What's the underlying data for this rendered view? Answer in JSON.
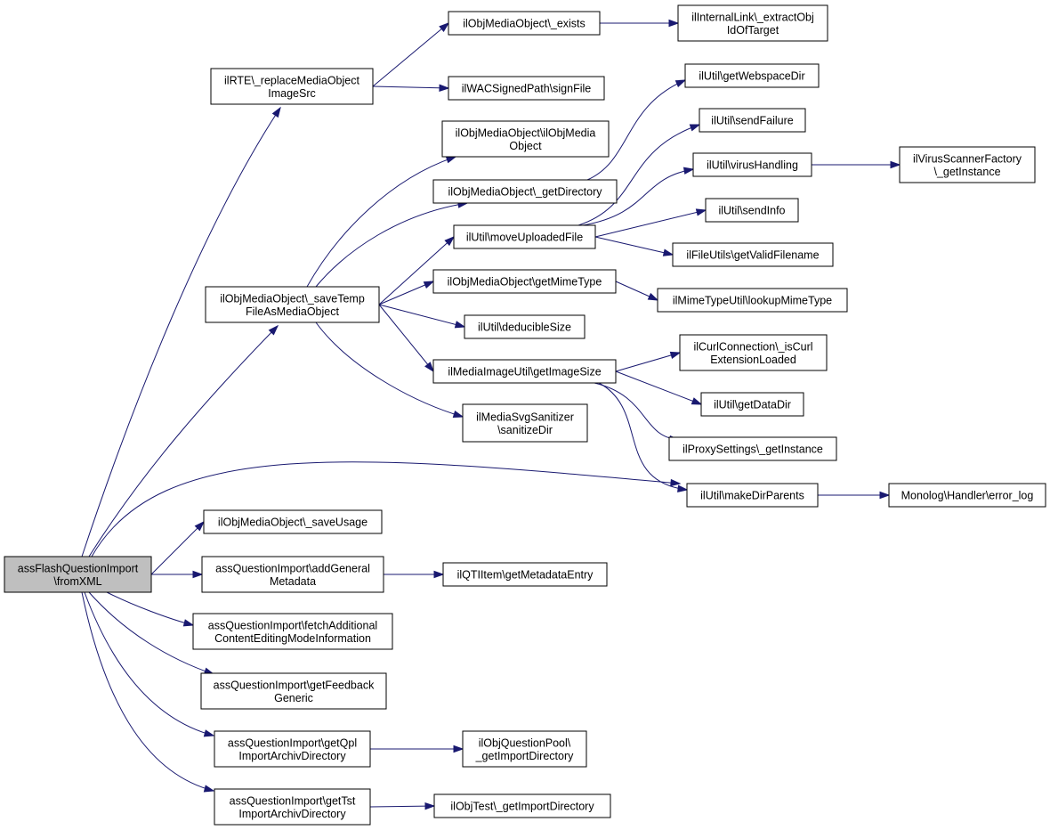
{
  "graph": {
    "nodes": [
      {
        "id": "root",
        "lines": [
          "assFlashQuestionImport",
          "\\fromXML"
        ],
        "root": true
      },
      {
        "id": "rte_replace",
        "lines": [
          "ilRTE\\_replaceMediaObject",
          "ImageSrc"
        ]
      },
      {
        "id": "omo_exists",
        "lines": [
          "ilObjMediaObject\\_exists"
        ]
      },
      {
        "id": "il_extract",
        "lines": [
          "ilInternalLink\\_extractObj",
          "IdOfTarget"
        ]
      },
      {
        "id": "wac_sign",
        "lines": [
          "ilWACSignedPath\\signFile"
        ]
      },
      {
        "id": "omo_ctor",
        "lines": [
          "ilObjMediaObject\\ilObjMedia",
          "Object"
        ]
      },
      {
        "id": "omo_getdir",
        "lines": [
          "ilObjMediaObject\\_getDirectory"
        ]
      },
      {
        "id": "util_webspace",
        "lines": [
          "ilUtil\\getWebspaceDir"
        ]
      },
      {
        "id": "util_sendfail",
        "lines": [
          "ilUtil\\sendFailure"
        ]
      },
      {
        "id": "util_virus",
        "lines": [
          "ilUtil\\virusHandling"
        ]
      },
      {
        "id": "virus_factory",
        "lines": [
          "ilVirusScannerFactory",
          "\\_getInstance"
        ]
      },
      {
        "id": "util_sendinfo",
        "lines": [
          "ilUtil\\sendInfo"
        ]
      },
      {
        "id": "util_move",
        "lines": [
          "ilUtil\\moveUploadedFile"
        ]
      },
      {
        "id": "fileutils_valid",
        "lines": [
          "ilFileUtils\\getValidFilename"
        ]
      },
      {
        "id": "omo_savetemp",
        "lines": [
          "ilObjMediaObject\\_saveTemp",
          "FileAsMediaObject"
        ]
      },
      {
        "id": "omo_mime",
        "lines": [
          "ilObjMediaObject\\getMimeType"
        ]
      },
      {
        "id": "mime_lookup",
        "lines": [
          "ilMimeTypeUtil\\lookupMimeType"
        ]
      },
      {
        "id": "util_deducible",
        "lines": [
          "ilUtil\\deducibleSize"
        ]
      },
      {
        "id": "curl_ext",
        "lines": [
          "ilCurlConnection\\_isCurl",
          "ExtensionLoaded"
        ]
      },
      {
        "id": "img_size",
        "lines": [
          "ilMediaImageUtil\\getImageSize"
        ]
      },
      {
        "id": "util_datadir",
        "lines": [
          "ilUtil\\getDataDir"
        ]
      },
      {
        "id": "svg_sanitize",
        "lines": [
          "ilMediaSvgSanitizer",
          "\\sanitizeDir"
        ]
      },
      {
        "id": "proxy_inst",
        "lines": [
          "ilProxySettings\\_getInstance"
        ]
      },
      {
        "id": "util_makedir",
        "lines": [
          "ilUtil\\makeDirParents"
        ]
      },
      {
        "id": "monolog",
        "lines": [
          "Monolog\\Handler\\error_log"
        ]
      },
      {
        "id": "omo_saveusage",
        "lines": [
          "ilObjMediaObject\\_saveUsage"
        ]
      },
      {
        "id": "qi_addmeta",
        "lines": [
          "assQuestionImport\\addGeneral",
          "Metadata"
        ]
      },
      {
        "id": "qti_meta",
        "lines": [
          "ilQTIItem\\getMetadataEntry"
        ]
      },
      {
        "id": "qi_fetch",
        "lines": [
          "assQuestionImport\\fetchAdditional",
          "ContentEditingModeInformation"
        ]
      },
      {
        "id": "qi_feedback",
        "lines": [
          "assQuestionImport\\getFeedback",
          "Generic"
        ]
      },
      {
        "id": "qi_qpl",
        "lines": [
          "assQuestionImport\\getQpl",
          "ImportArchivDirectory"
        ]
      },
      {
        "id": "qpool_dir",
        "lines": [
          "ilObjQuestionPool\\",
          "_getImportDirectory"
        ]
      },
      {
        "id": "qi_tst",
        "lines": [
          "assQuestionImport\\getTst",
          "ImportArchivDirectory"
        ]
      },
      {
        "id": "tst_dir",
        "lines": [
          "ilObjTest\\_getImportDirectory"
        ]
      }
    ],
    "edges": [
      [
        "root",
        "rte_replace"
      ],
      [
        "root",
        "omo_savetemp"
      ],
      [
        "root",
        "util_makedir"
      ],
      [
        "root",
        "omo_saveusage"
      ],
      [
        "root",
        "qi_addmeta"
      ],
      [
        "root",
        "qi_fetch"
      ],
      [
        "root",
        "qi_feedback"
      ],
      [
        "root",
        "qi_qpl"
      ],
      [
        "root",
        "qi_tst"
      ],
      [
        "rte_replace",
        "omo_exists"
      ],
      [
        "rte_replace",
        "wac_sign"
      ],
      [
        "omo_exists",
        "il_extract"
      ],
      [
        "omo_getdir",
        "util_webspace"
      ],
      [
        "util_move",
        "util_sendfail"
      ],
      [
        "util_move",
        "util_virus"
      ],
      [
        "util_move",
        "util_sendinfo"
      ],
      [
        "util_move",
        "fileutils_valid"
      ],
      [
        "util_virus",
        "virus_factory"
      ],
      [
        "omo_savetemp",
        "omo_ctor"
      ],
      [
        "omo_savetemp",
        "omo_getdir"
      ],
      [
        "omo_savetemp",
        "util_move"
      ],
      [
        "omo_savetemp",
        "omo_mime"
      ],
      [
        "omo_savetemp",
        "util_deducible"
      ],
      [
        "omo_savetemp",
        "img_size"
      ],
      [
        "omo_savetemp",
        "svg_sanitize"
      ],
      [
        "omo_mime",
        "mime_lookup"
      ],
      [
        "img_size",
        "curl_ext"
      ],
      [
        "img_size",
        "util_datadir"
      ],
      [
        "img_size",
        "proxy_inst"
      ],
      [
        "img_size",
        "util_makedir"
      ],
      [
        "util_makedir",
        "monolog"
      ],
      [
        "qi_addmeta",
        "qti_meta"
      ],
      [
        "qi_qpl",
        "qpool_dir"
      ],
      [
        "qi_tst",
        "tst_dir"
      ]
    ]
  }
}
